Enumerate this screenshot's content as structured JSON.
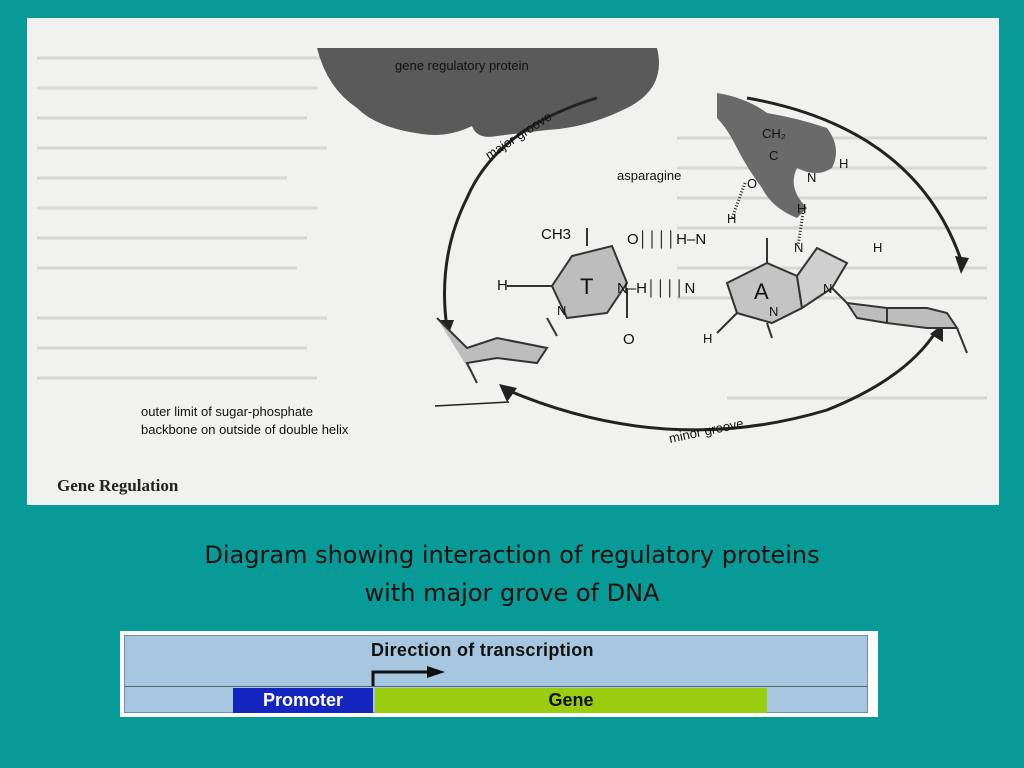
{
  "figure": {
    "labels": {
      "protein": "gene regulatory protein",
      "major_groove": "major groove",
      "asparagine": "asparagine",
      "minor_groove": "minor groove",
      "backbone_line1": "outer limit of sugar-phosphate",
      "backbone_line2": "backbone on outside of double helix",
      "heading": "Gene Regulation"
    },
    "chem": {
      "ch3": "CH3",
      "ch2": "CH₂",
      "base_t": "T",
      "base_a": "A",
      "h": "H",
      "n": "N",
      "o": "O",
      "c": "C",
      "hbond1": "O││││H–N",
      "hbond2": "N–H││││N"
    }
  },
  "caption": {
    "line1": "Diagram showing interaction of regulatory proteins",
    "line2": "with major grove of DNA"
  },
  "transcription": {
    "title": "Direction of transcription",
    "promoter": "Promoter",
    "gene": "Gene"
  },
  "colors": {
    "background": "#079a96",
    "promoter": "#1525c0",
    "gene": "#9acd10",
    "strip": "#a7c7e0"
  }
}
